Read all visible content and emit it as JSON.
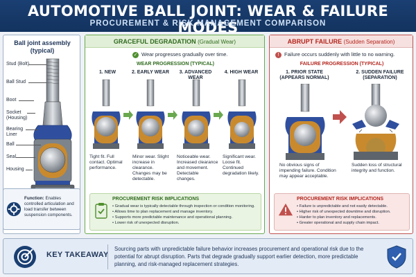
{
  "header": {
    "title": "AUTOMOTIVE BALL JOINT: WEAR & FAILURE MODES",
    "subtitle": "PROCUREMENT & RISK MANAGEMENT COMPARISON"
  },
  "assembly": {
    "title": "Ball joint assembly (typical)",
    "labels": [
      "Stud (Bolt)",
      "Ball Stud",
      "Boot",
      "Socket (Housing)",
      "Bearing Liner",
      "Ball",
      "Seal",
      "Housing"
    ],
    "function_label": "Function:",
    "function_text": "Enables controlled articulation and load transfer between suspension components."
  },
  "graceful": {
    "heading": "GRACEFUL DEGRADATION",
    "heading_sub": "(Gradual Wear)",
    "summary": "Wear progresses gradually over time.",
    "progression_title": "WEAR PROGRESSION (TYPICAL)",
    "stages": [
      {
        "label": "1. NEW",
        "desc": "Tight fit. Full contact. Optimal performance."
      },
      {
        "label": "2. EARLY WEAR",
        "desc": "Minor wear. Slight increase in clearance. Changes may be detectable."
      },
      {
        "label": "3. ADVANCED WEAR",
        "desc": "Noticeable wear. Increased clearance and movement. Detectable changes."
      },
      {
        "label": "4. HIGH WEAR",
        "desc": "Significant wear. Loose fit. Continued degradation likely."
      }
    ],
    "risk_title": "PROCUREMENT RISK IMPLICATIONS",
    "risks": [
      "Gradual wear is typically detectable through inspection or condition monitoring.",
      "Allows time to plan replacement and manage inventory.",
      "Supports more predictable maintenance and operational planning.",
      "Lower risk of unexpected disruption."
    ]
  },
  "abrupt": {
    "heading": "ABRUPT FAILURE",
    "heading_sub": "(Sudden Separation)",
    "summary": "Failure occurs suddenly with little to no warning.",
    "progression_title": "FAILURE PROGRESSION (TYPICAL)",
    "stages": [
      {
        "label": "1. PRIOR STATE (APPEARS NORMAL)",
        "desc": "No obvious signs of impending failure. Condition may appear acceptable."
      },
      {
        "label": "2. SUDDEN FAILURE (SEPARATION)",
        "desc": "Sudden loss of structural integrity and function."
      }
    ],
    "risk_title": "PROCUREMENT RISK IMPLICATIONS",
    "risks": [
      "Failure is unpredictable and not easily detectable.",
      "Higher risk of unexpected downtime and disruption.",
      "Harder to plan inventory and replacements.",
      "Greater operational and supply chain impact."
    ]
  },
  "takeaway": {
    "title": "KEY TAKEAWAY",
    "text": "Sourcing parts with unpredictable failure behavior increases procurement and operational risk due to the potential for abrupt disruption. Parts that degrade gradually support earlier detection, more predictable planning, and risk-managed replacement strategies."
  },
  "colors": {
    "navy": "#1a3f72",
    "green": "#2f6b1e",
    "red": "#b3261e",
    "boot_blue": "#2f4f9e",
    "metal": "#a9b0b8"
  }
}
